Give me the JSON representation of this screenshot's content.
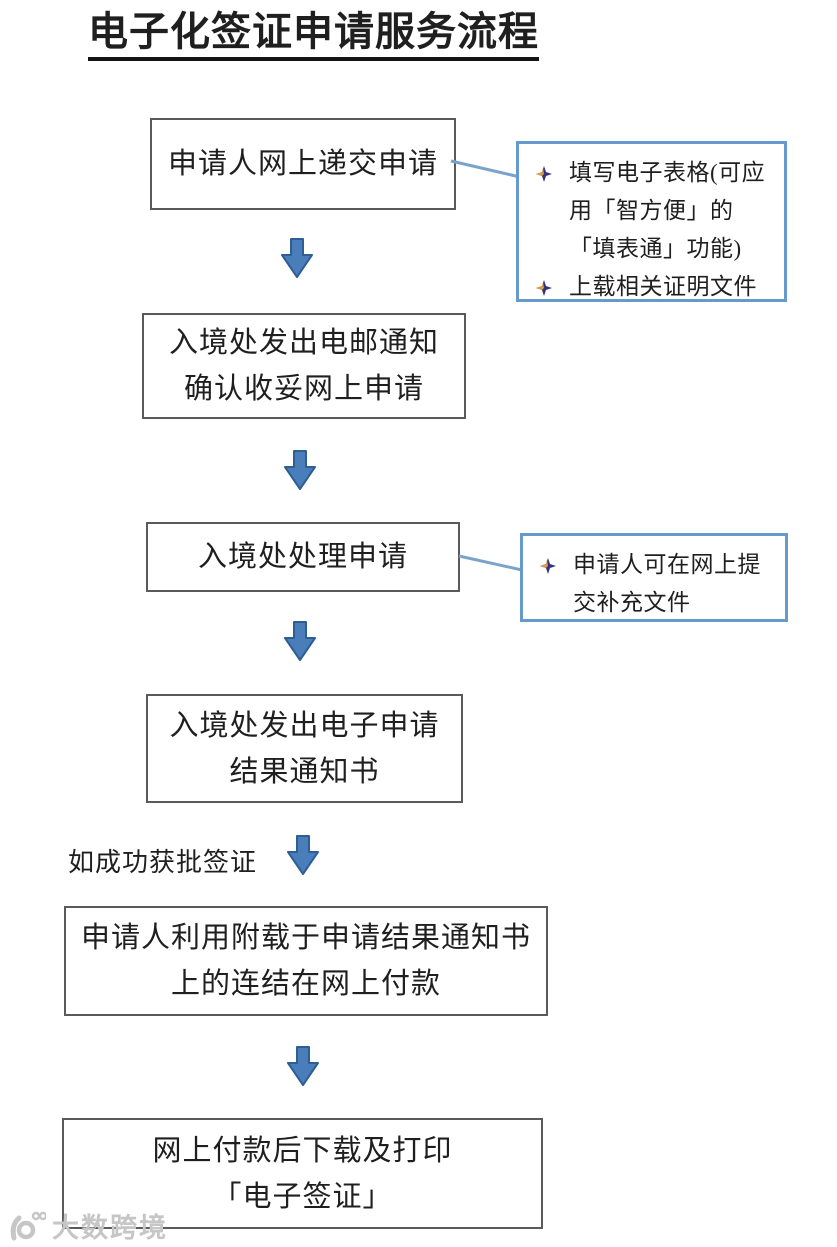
{
  "title": {
    "text": "电子化签证申请服务流程"
  },
  "flow": {
    "boxes": [
      {
        "id": "submit-application",
        "lines": [
          "申请人网上递交申请"
        ]
      },
      {
        "id": "email-acknowledgement",
        "lines": [
          "入境处发出电邮通知",
          "确认收妥网上申请"
        ]
      },
      {
        "id": "process-application",
        "lines": [
          "入境处处理申请"
        ]
      },
      {
        "id": "e-result-notice",
        "lines": [
          "入境处发出电子申请",
          "结果通知书"
        ]
      },
      {
        "id": "online-payment",
        "lines": [
          "申请人利用附载于申请结果通知书",
          "上的连结在网上付款"
        ]
      },
      {
        "id": "download-print-evisa",
        "lines": [
          "网上付款后下载及打印",
          "「电子签证」"
        ]
      }
    ],
    "callouts": [
      {
        "id": "submission-notes",
        "items": [
          "填写电子表格(可应用「智方便」的「填表通」功能)",
          "上载相关证明文件"
        ]
      },
      {
        "id": "processing-notes",
        "items": [
          "申请人可在网上提交补充文件"
        ]
      }
    ],
    "branch_label": "如成功获批签证"
  },
  "watermark": {
    "logo_icon": "bigdata-crossborder-logo",
    "text": "大数跨境"
  },
  "colors": {
    "page_bg": "#ffffff",
    "text": "#1f1f1f",
    "box_border": "#5a5a5a",
    "callout_border": "#6699cc",
    "connector": "#7aa3cc",
    "arrow_fill": "#4a7ebb",
    "arrow_stroke": "#2f5e94",
    "bullet_navy": "#32327e",
    "bullet_orange": "#dc9a44",
    "watermark": "#c6c6c6"
  }
}
